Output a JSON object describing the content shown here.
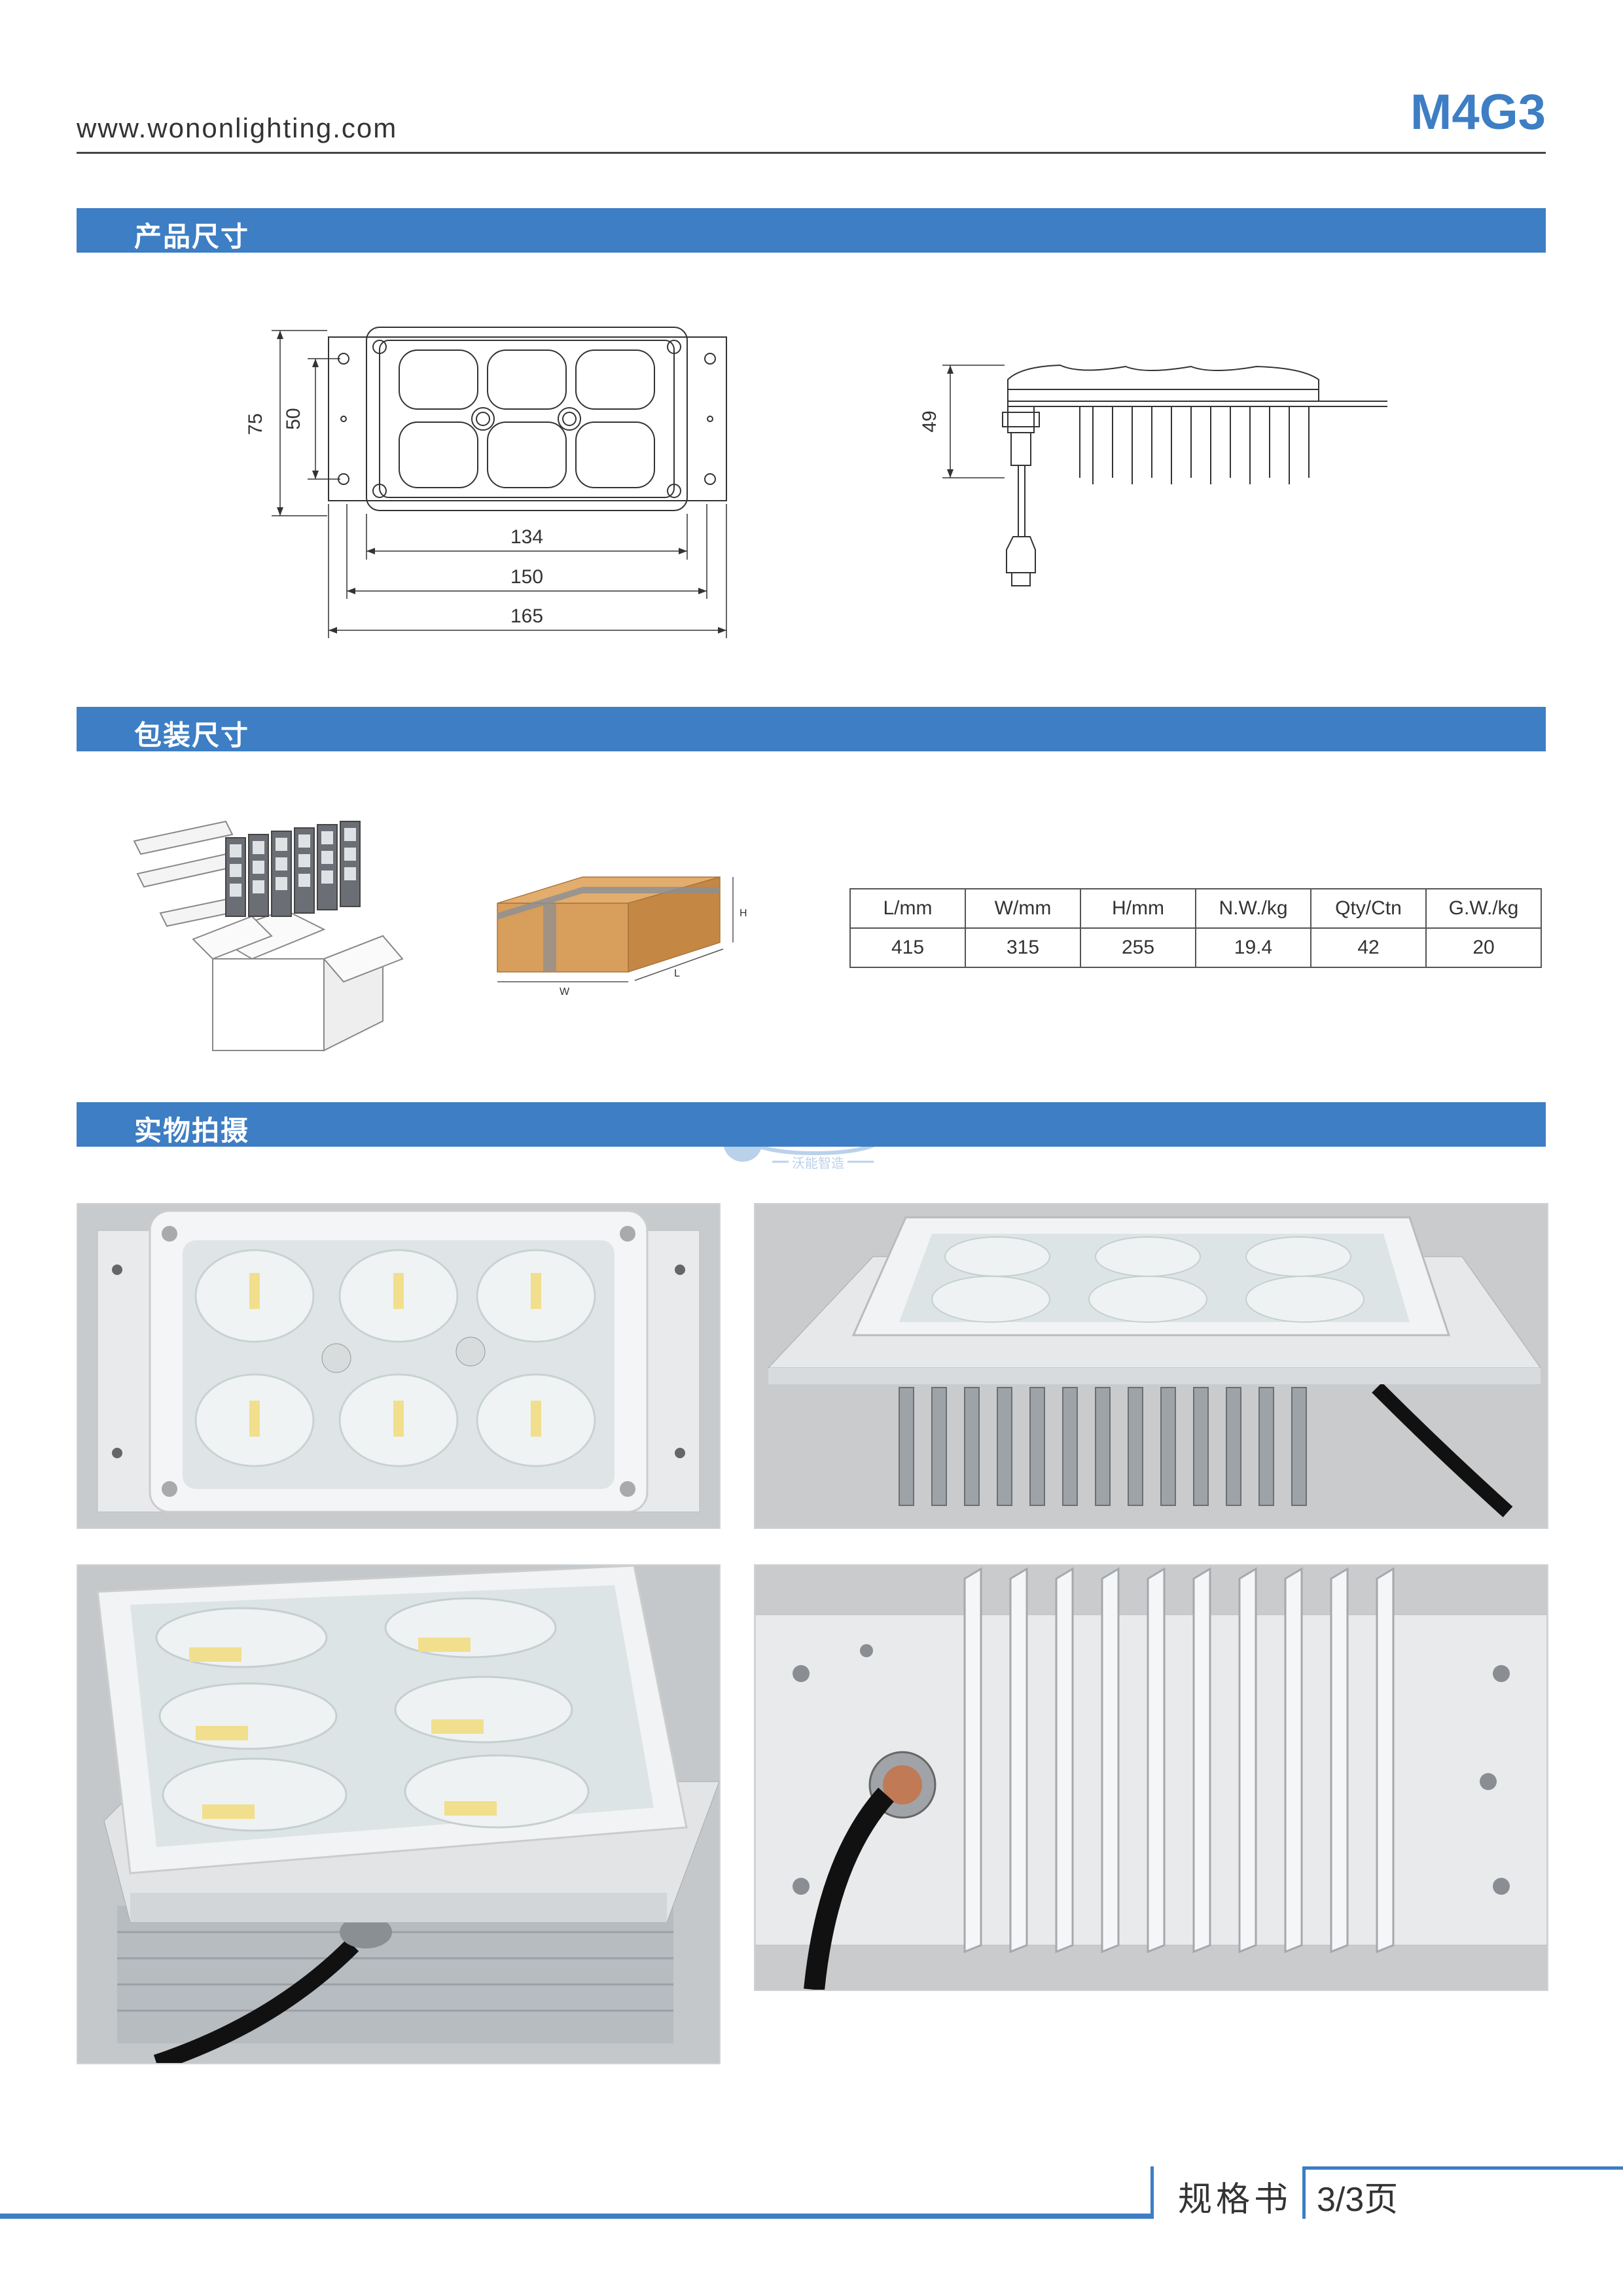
{
  "header": {
    "site": "www.wononlighting.com",
    "model": "M4G3"
  },
  "sections": [
    {
      "title": "产品尺寸"
    },
    {
      "title": "包装尺寸"
    },
    {
      "title": "实物拍摄"
    }
  ],
  "dimensions": {
    "height_outer": "75",
    "height_inner": "50",
    "width_134": "134",
    "width_150": "150",
    "width_165": "165",
    "side_height": "49"
  },
  "carton_labels": {
    "h": "H",
    "w": "W",
    "l": "L"
  },
  "packaging_table": {
    "headers": [
      "L/mm",
      "W/mm",
      "H/mm",
      "N.W./kg",
      "Qty/Ctn",
      "G.W./kg"
    ],
    "values": [
      "415",
      "315",
      "255",
      "19.4",
      "42",
      "20"
    ]
  },
  "watermark": {
    "text": "沃能智造"
  },
  "footer": {
    "label": "规格书",
    "page": "3/3页"
  },
  "colors": {
    "accent": "#3d7ec4",
    "text": "#333333"
  }
}
